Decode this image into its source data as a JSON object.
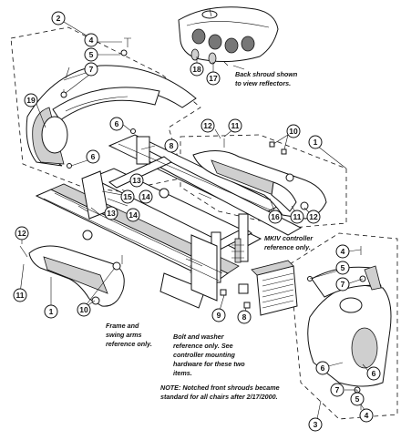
{
  "notes": {
    "back_shroud_1": "Back shroud shown",
    "back_shroud_2": "to view reflectors.",
    "mkiv_1": "MKIV controller",
    "mkiv_2": "reference only.",
    "frame_1": "Frame and",
    "frame_2": "swing arms",
    "frame_3": "reference only.",
    "bolt_1": "Bolt and washer",
    "bolt_2": "reference only. See",
    "bolt_3": "controller mounting",
    "bolt_4": "hardware for these two",
    "bolt_5": "items.",
    "note_label": "NOTE:",
    "note_1": " Notched front shrouds became",
    "note_2": "standard for all chairs after 2/17/2000."
  },
  "callouts": {
    "c2": "2",
    "c4a": "4",
    "c5a": "5",
    "c7a": "7",
    "c19": "19",
    "c6a": "6",
    "c6b": "6",
    "c18": "18",
    "c17": "17",
    "c12a": "12",
    "c11a": "11",
    "c10a": "10",
    "c1a": "1",
    "c8": "8",
    "c13a": "13",
    "c13b": "13",
    "c15": "15",
    "c14a": "14",
    "c14b": "14",
    "c16": "16",
    "c11b": "11",
    "c12b": "12",
    "c12c": "12",
    "c11c": "11",
    "c1b": "1",
    "c10b": "10",
    "c9": "9",
    "c8b": "8",
    "c4b": "4",
    "c5b": "5",
    "c7b": "7",
    "c6c": "6",
    "c6d": "6",
    "c7c": "7",
    "c5c": "5",
    "c4c": "4",
    "c3": "3"
  }
}
